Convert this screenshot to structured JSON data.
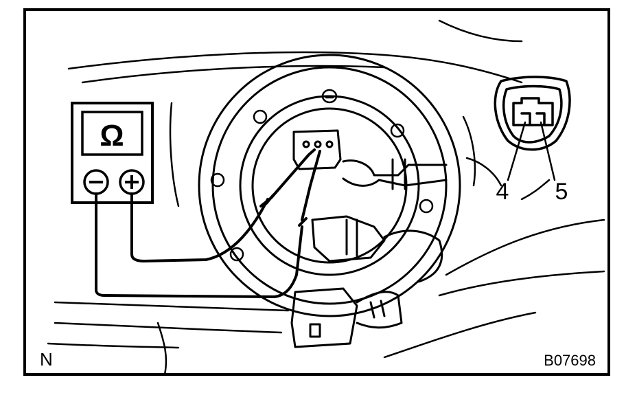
{
  "figure": {
    "corner_label": "N",
    "figure_code": "B07698",
    "meter_symbol": "Ω",
    "terminal_labels": [
      "4",
      "5"
    ],
    "ink_color": "#000000",
    "background_color": "#ffffff"
  }
}
